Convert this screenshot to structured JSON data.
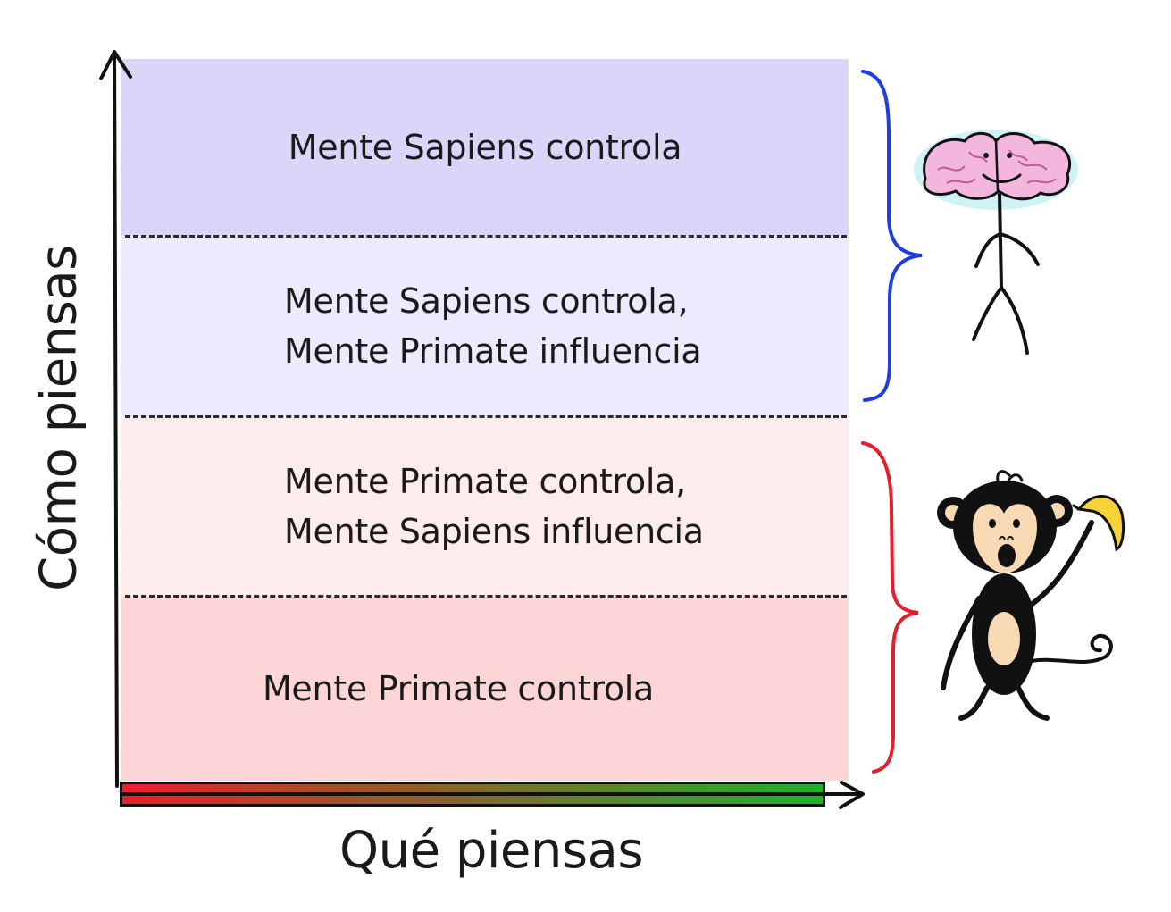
{
  "axes": {
    "x_label": "Qué piensas",
    "y_label": "Cómo piensas"
  },
  "bands": [
    {
      "lines": [
        "Mente Sapiens controla"
      ],
      "color": "#d9d6fa"
    },
    {
      "lines": [
        "Mente Sapiens controla,",
        "Mente Primate influencia"
      ],
      "color": "#ecebfd"
    },
    {
      "lines": [
        "Mente Primate controla,",
        "Mente Sapiens influencia"
      ],
      "color": "#fdecec"
    },
    {
      "lines": [
        "Mente Primate controla"
      ],
      "color": "#fcd5d7"
    }
  ],
  "x_axis_gradient": [
    "#e8202c",
    "#1db32a"
  ],
  "brackets": {
    "sapiens_color": "#1f3de0",
    "primate_color": "#e61d2c"
  },
  "icons": [
    "brain-stick-figure-icon",
    "monkey-with-banana-icon"
  ]
}
